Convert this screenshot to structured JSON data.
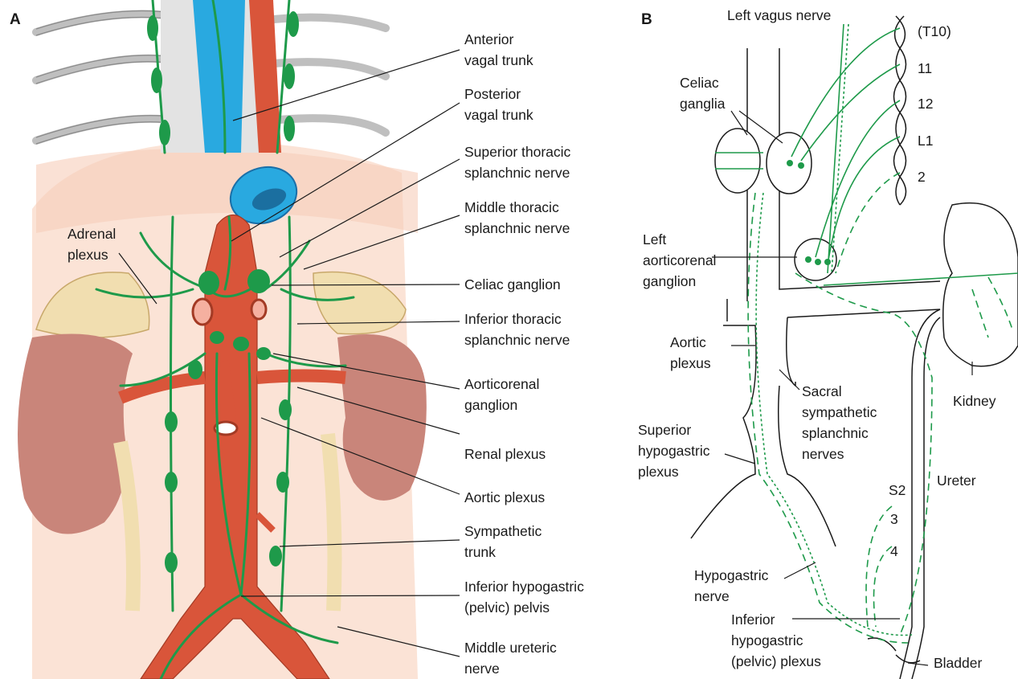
{
  "panel_a": {
    "letter": "A",
    "labels": {
      "anterior_vagal": [
        "Anterior",
        "vagal trunk"
      ],
      "posterior_vagal": [
        "Posterior",
        "vagal trunk"
      ],
      "superior_thoracic": [
        "Superior thoracic",
        "splanchnic nerve"
      ],
      "middle_thoracic": [
        "Middle thoracic",
        "splanchnic nerve"
      ],
      "celiac_ganglion": [
        "Celiac ganglion"
      ],
      "inferior_thoracic": [
        "Inferior thoracic",
        "splanchnic nerve"
      ],
      "aorticorenal": [
        "Aorticorenal",
        "ganglion"
      ],
      "renal_plexus": [
        "Renal plexus"
      ],
      "aortic_plexus": [
        "Aortic plexus"
      ],
      "sympathetic_trunk": [
        "Sympathetic",
        "trunk"
      ],
      "inferior_hypogastric": [
        "Inferior hypogastric",
        "(pelvic) pelvis"
      ],
      "middle_ureteric": [
        "Middle ureteric",
        "nerve"
      ],
      "adrenal_plexus": [
        "Adrenal",
        "plexus"
      ]
    }
  },
  "panel_b": {
    "letter": "B",
    "labels": {
      "left_vagus": [
        "Left vagus nerve"
      ],
      "celiac_ganglia": [
        "Celiac",
        "ganglia"
      ],
      "left_aorticorenal": [
        "Left",
        "aorticorenal",
        "ganglion"
      ],
      "aortic_plexus": [
        "Aortic",
        "plexus"
      ],
      "superior_hypogastric": [
        "Superior",
        "hypogastric",
        "plexus"
      ],
      "hypogastric_nerve": [
        "Hypogastric",
        "nerve"
      ],
      "inferior_hypogastric": [
        "Inferior",
        "hypogastric",
        "(pelvic) plexus"
      ],
      "sacral_sympathetic": [
        "Sacral",
        "sympathetic",
        "splanchnic",
        "nerves"
      ],
      "kidney": [
        "Kidney"
      ],
      "ureter": [
        "Ureter"
      ],
      "bladder": [
        "Bladder"
      ]
    },
    "spinal_levels": [
      "(T10)",
      "11",
      "12",
      "L1",
      "2"
    ],
    "sacral_levels": [
      "S2",
      "3",
      "4"
    ]
  },
  "colors": {
    "nerve": "#1e9a4a",
    "artery": "#d9553a",
    "kidney": "#c9857a",
    "adrenal": "#f1deb0",
    "vein": "#29a9e0",
    "skin": "#fbe3d6"
  }
}
